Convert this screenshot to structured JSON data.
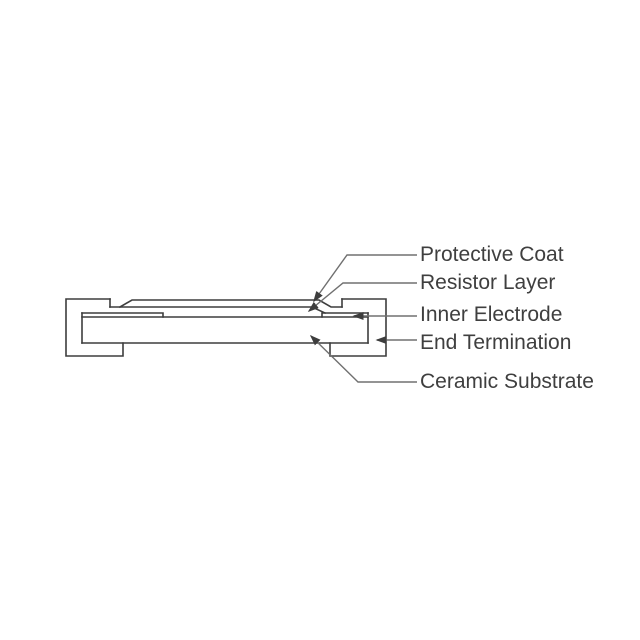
{
  "diagram": {
    "labels": {
      "protective_coat": "Protective Coat",
      "resistor_layer": "Resistor Layer",
      "inner_electrode": "Inner Electrode",
      "end_termination": "End Termination",
      "ceramic_substrate": "Ceramic Substrate"
    },
    "colors": {
      "line": "#3d3d3d",
      "leader": "#707070",
      "text": "#3f3f3f",
      "background": "#ffffff"
    }
  }
}
